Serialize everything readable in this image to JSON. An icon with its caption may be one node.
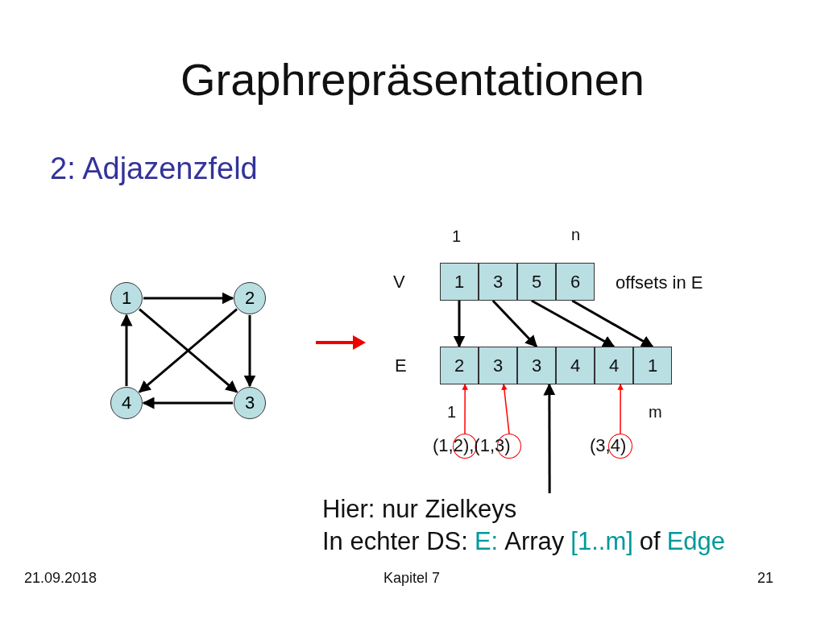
{
  "diagram": {
    "title": "Graphrepräsentationen",
    "nodes": [
      {
        "text": [
          "1"
        ]
      },
      {
        "text": [
          "2"
        ]
      },
      {
        "text": [
          "4"
        ]
      },
      {
        "text": [
          "3"
        ]
      },
      {
        "text": [
          "1"
        ]
      },
      {
        "text": [
          "3"
        ]
      },
      {
        "text": [
          "5"
        ]
      },
      {
        "text": [
          "6"
        ]
      },
      {
        "text": [
          "2"
        ]
      },
      {
        "text": [
          "3"
        ]
      },
      {
        "text": [
          "3"
        ]
      },
      {
        "text": [
          "4"
        ]
      },
      {
        "text": [
          "4"
        ]
      },
      {
        "text": [
          "1"
        ]
      },
      {
        "text": [],
        "shape": "circle"
      },
      {
        "text": [],
        "shape": "circle"
      },
      {
        "text": [],
        "shape": "circle"
      },
      {
        "text": [
          "Hier: nur Zielkeys",
          "In echter DS:",
          "E:",
          "Array",
          "[1..m]",
          "of",
          "Edge"
        ]
      }
    ],
    "edges": [
      {
        "from": 0,
        "to": 1,
        "arrow": "to"
      },
      {
        "from": 0,
        "to": 3,
        "arrow": "to"
      },
      {
        "from": 1,
        "to": 3,
        "arrow": "to"
      },
      {
        "from": 1,
        "to": 2,
        "arrow": "to"
      },
      {
        "from": 3,
        "to": 2,
        "arrow": "to"
      },
      {
        "from": 2,
        "to": 0,
        "arrow": "to"
      },
      {
        "from": 4,
        "to": 8,
        "arrow": "to"
      },
      {
        "from": 5,
        "to": 10,
        "arrow": "to"
      },
      {
        "from": 6,
        "to": 12,
        "arrow": "to"
      },
      {
        "from": 7,
        "to": 13,
        "arrow": "to"
      },
      {
        "from": 14,
        "to": 8,
        "arrow": "to",
        "color": "#ff0000"
      },
      {
        "from": 15,
        "to": 9,
        "arrow": "to",
        "color": "#ff0000"
      },
      {
        "from": 16,
        "to": 12,
        "arrow": "to",
        "color": "#ff0000"
      },
      {
        "from": 17,
        "to": 10,
        "arrow": "to"
      }
    ],
    "labels": [
      "2: Adjazenzfeld",
      "1",
      "n",
      "V",
      "offsets in E",
      "E",
      "1",
      "m",
      "(1,2),(1,3)",
      "(3,4)",
      "21.09.2018",
      "Kapitel 7",
      "21"
    ]
  }
}
